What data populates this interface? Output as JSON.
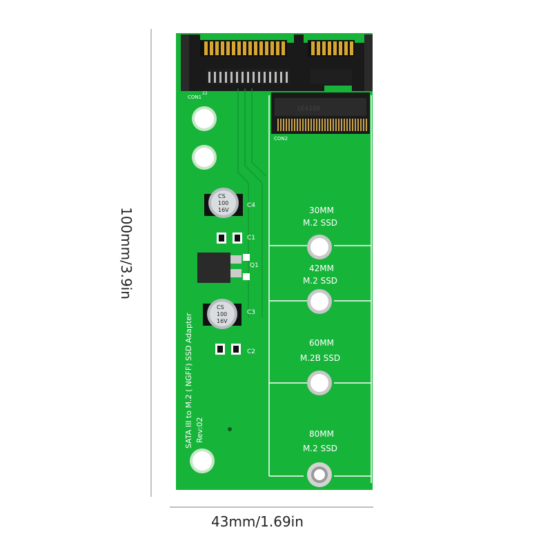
{
  "dimensions": {
    "height_label": "100mm/3.9in",
    "width_label": "43mm/1.69in"
  },
  "board": {
    "title_line1": "SATA III to M.2 ( NGFF) SSD Adapter",
    "title_line2": "Rev:02",
    "connector_labels": {
      "con1": "CON1",
      "con2": "CON2",
      "pin22": "22"
    },
    "component_labels": {
      "c1": "C1",
      "c2": "C2",
      "c3": "C3",
      "c4": "C4",
      "q1": "Q1"
    },
    "capacitor_text": {
      "line1": "CS",
      "line2": "100",
      "line3": "16V"
    },
    "slots": [
      {
        "size": "30MM",
        "type": "M.2  SSD"
      },
      {
        "size": "42MM",
        "type": "M.2  SSD"
      },
      {
        "size": "60MM",
        "type": "M.2B  SSD"
      },
      {
        "size": "80MM",
        "type": "M.2  SSD"
      }
    ]
  },
  "colors": {
    "pcb": "#17b43a",
    "pcb_dark": "#0f8f2c",
    "connector": "#1a1a1a",
    "gold": "#d6a630",
    "silkscreen": "#ffffff"
  }
}
